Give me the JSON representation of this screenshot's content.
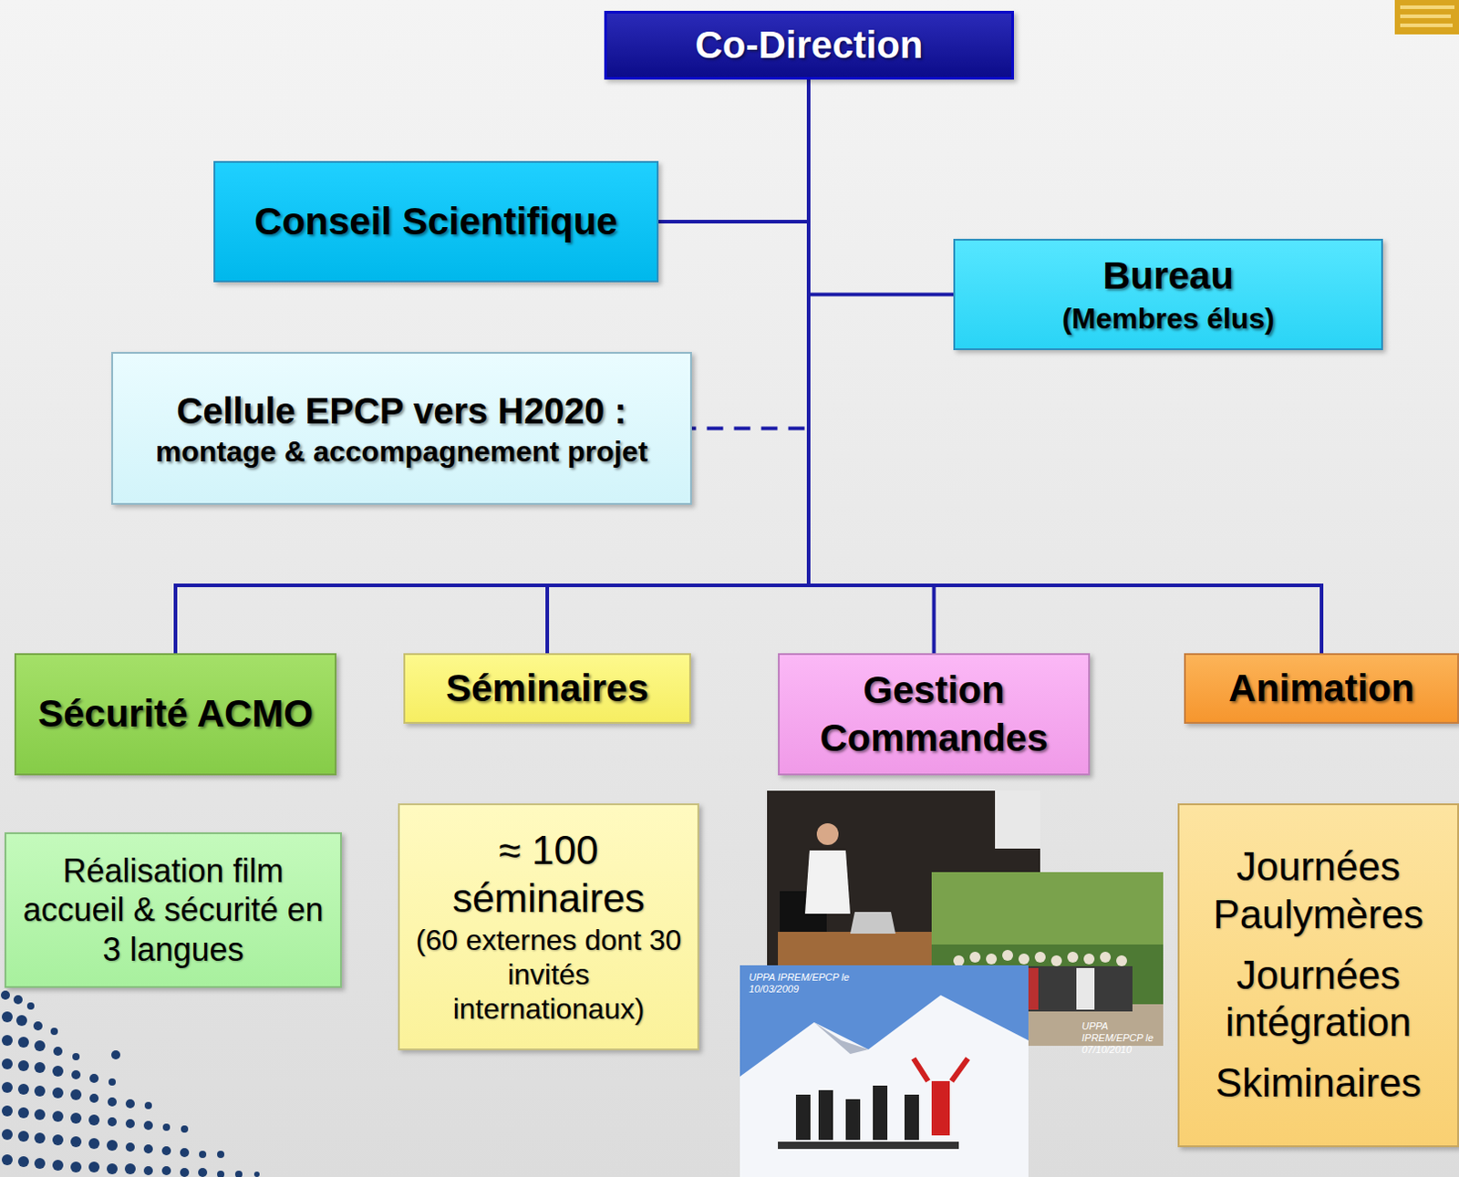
{
  "diagram": {
    "nodes": [
      {
        "text": [
          "Co-Direction"
        ]
      },
      {
        "text": [
          "Conseil Scientifique"
        ]
      },
      {
        "text": [
          "Bureau",
          "(Membres élus)"
        ]
      },
      {
        "text": [
          "Cellule EPCP vers H2020 :",
          "montage & accompagnement projet"
        ]
      },
      {
        "text": [
          "Sécurité ACMO"
        ]
      },
      {
        "text": [
          "Séminaires"
        ]
      },
      {
        "text": [
          "Gestion Commandes"
        ]
      },
      {
        "text": [
          "Animation"
        ]
      },
      {
        "text": [
          "Réalisation film accueil & sécurité en 3 langues"
        ]
      },
      {
        "text": [
          "≈ 100 séminaires",
          "(60 externes dont 30 invités internationaux)"
        ]
      },
      {
        "text": [
          "Journées Paulymères",
          "Journées intégration",
          "Skiminaires"
        ]
      }
    ],
    "edges": [
      {
        "from": 0,
        "to": 1,
        "arrow": "none"
      },
      {
        "from": 0,
        "to": 2,
        "arrow": "none"
      },
      {
        "from": 0,
        "to": 3,
        "arrow": "none"
      },
      {
        "from": 0,
        "to": 4,
        "arrow": "none"
      },
      {
        "from": 0,
        "to": 5,
        "arrow": "none"
      },
      {
        "from": 0,
        "to": 6,
        "arrow": "none"
      },
      {
        "from": 0,
        "to": 7,
        "arrow": "none"
      }
    ],
    "labels": [
      "UPPA IPREM/EPCP le 10/03/2009",
      "UPPA IPREM/EPCP le 07/10/2010"
    ]
  }
}
